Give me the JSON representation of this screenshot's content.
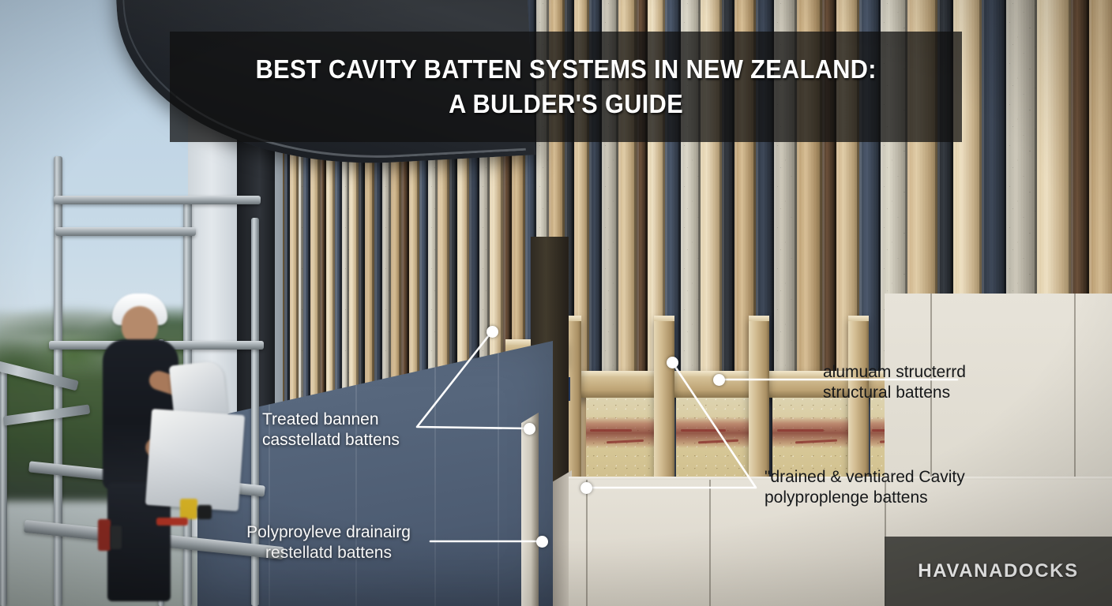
{
  "title": {
    "line1": "BEST CAVITY BATTEN SYSTEMS IN NEW ZEALAND:",
    "line2": "A BULDER'S GUIDE"
  },
  "callouts": [
    {
      "id": "treated-battens",
      "text": "Treated bannen\ncasstellatd battens",
      "style": "light"
    },
    {
      "id": "polypropylene-drainage",
      "text": "Polyproyleve drainairg\nrestellatd battens",
      "style": "light"
    },
    {
      "id": "aluminium-structural",
      "text": "alumuam structerrd\nstructural battens",
      "style": "dark"
    },
    {
      "id": "drained-ventilated-cavity",
      "text": "\"drained & ventiared Cavity\npolyproplenge battens",
      "style": "dark"
    }
  ],
  "watermark": {
    "brand": "HAVANADOCKS"
  },
  "scene": {
    "worker_alt": "construction-worker-with-blueprints",
    "scaffold_alt": "scaffolding-frame",
    "facade_alt": "vertical-cavity-batten-facade"
  },
  "colors": {
    "title_band": "#101010",
    "title_text": "#ffffff",
    "callout_light": "#ffffff",
    "callout_dark": "#16181a",
    "watermark_bg": "#3a3a36",
    "sky": "#b8cfe2",
    "blue_cladding": "#55657b",
    "light_cladding": "#e2ded3",
    "timber": "#cbb188"
  }
}
